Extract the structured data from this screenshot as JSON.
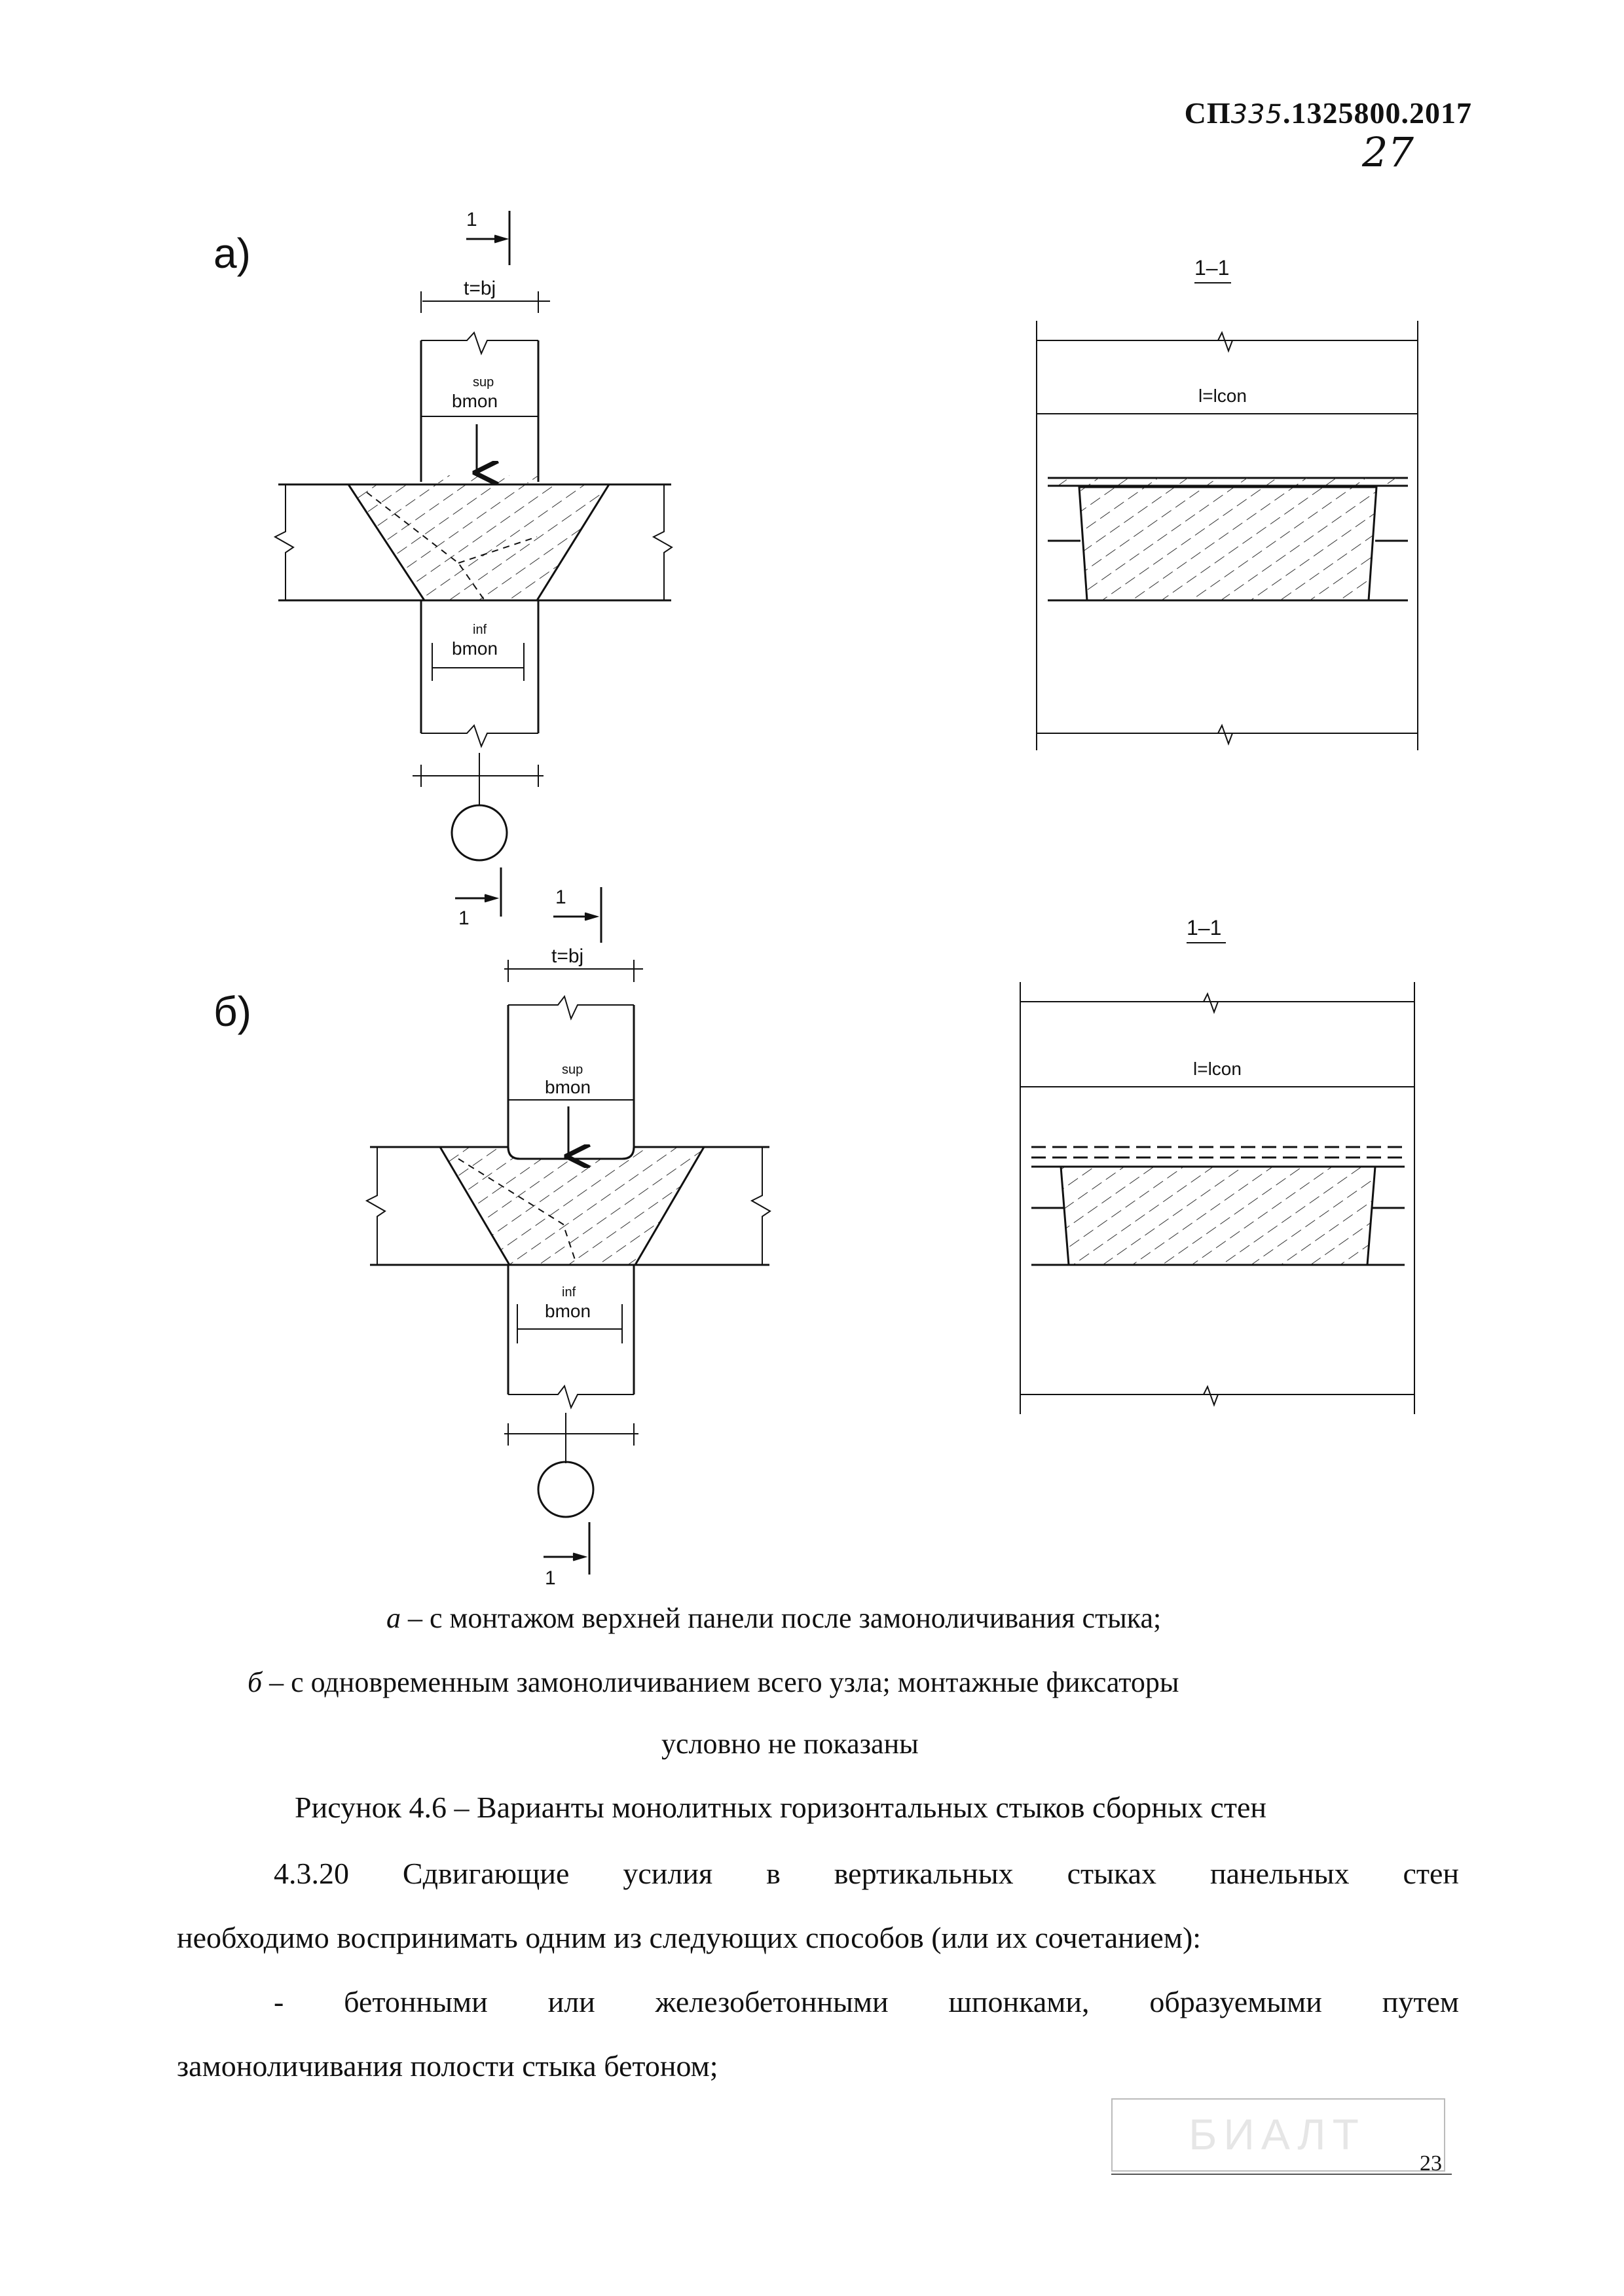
{
  "header": {
    "doc_prefix": "СП",
    "doc_hand_number": "335",
    "doc_suffix": ".1325800.2017",
    "handwritten_page": "27"
  },
  "figure": {
    "panel_a_label": "а)",
    "panel_b_label": "б)",
    "section_title": "1–1",
    "labels": {
      "joint_width": "t=bj",
      "sup_superscript": "sup",
      "inf_superscript": "inf",
      "b_mon": "bmon",
      "length": "l=lcon",
      "section_mark": "1"
    }
  },
  "caption": {
    "line_a_letter": "а",
    "line_a_text": " – с монтажом верхней панели после замоноличивания стыка;",
    "line_b_letter": "б",
    "line_b_text": " – с одновременным замоноличиванием всего узла; монтажные фиксаторы",
    "line_b_cont": "условно не показаны",
    "figure_title": "Рисунок 4.6 – Варианты монолитных горизонтальных стыков сборных стен"
  },
  "body": {
    "p1_line1": "4.3.20 Сдвигающие усилия в вертикальных стыках панельных стен",
    "p1_line2": "необходимо воспринимать одним из следующих способов (или их сочетанием):",
    "p2_line1": "- бетонными или железобетонными шпонками, образуемыми путем",
    "p2_line2": "замоноличивания полости стыка бетоном;"
  },
  "stamp": {
    "text": "БИАЛТ"
  },
  "page_number": "23"
}
